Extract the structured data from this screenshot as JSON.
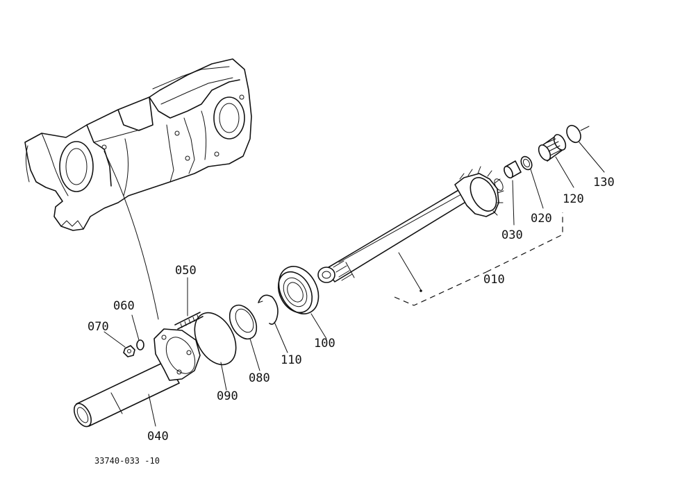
{
  "diagram": {
    "labels": {
      "p010": "010",
      "p020": "020",
      "p030": "030",
      "p040": "040",
      "p050": "050",
      "p060": "060",
      "p070": "070",
      "p080": "080",
      "p090": "090",
      "p100": "100",
      "p110": "110",
      "p120": "120",
      "p130": "130"
    },
    "drawing_code": "33740-033 -10"
  }
}
